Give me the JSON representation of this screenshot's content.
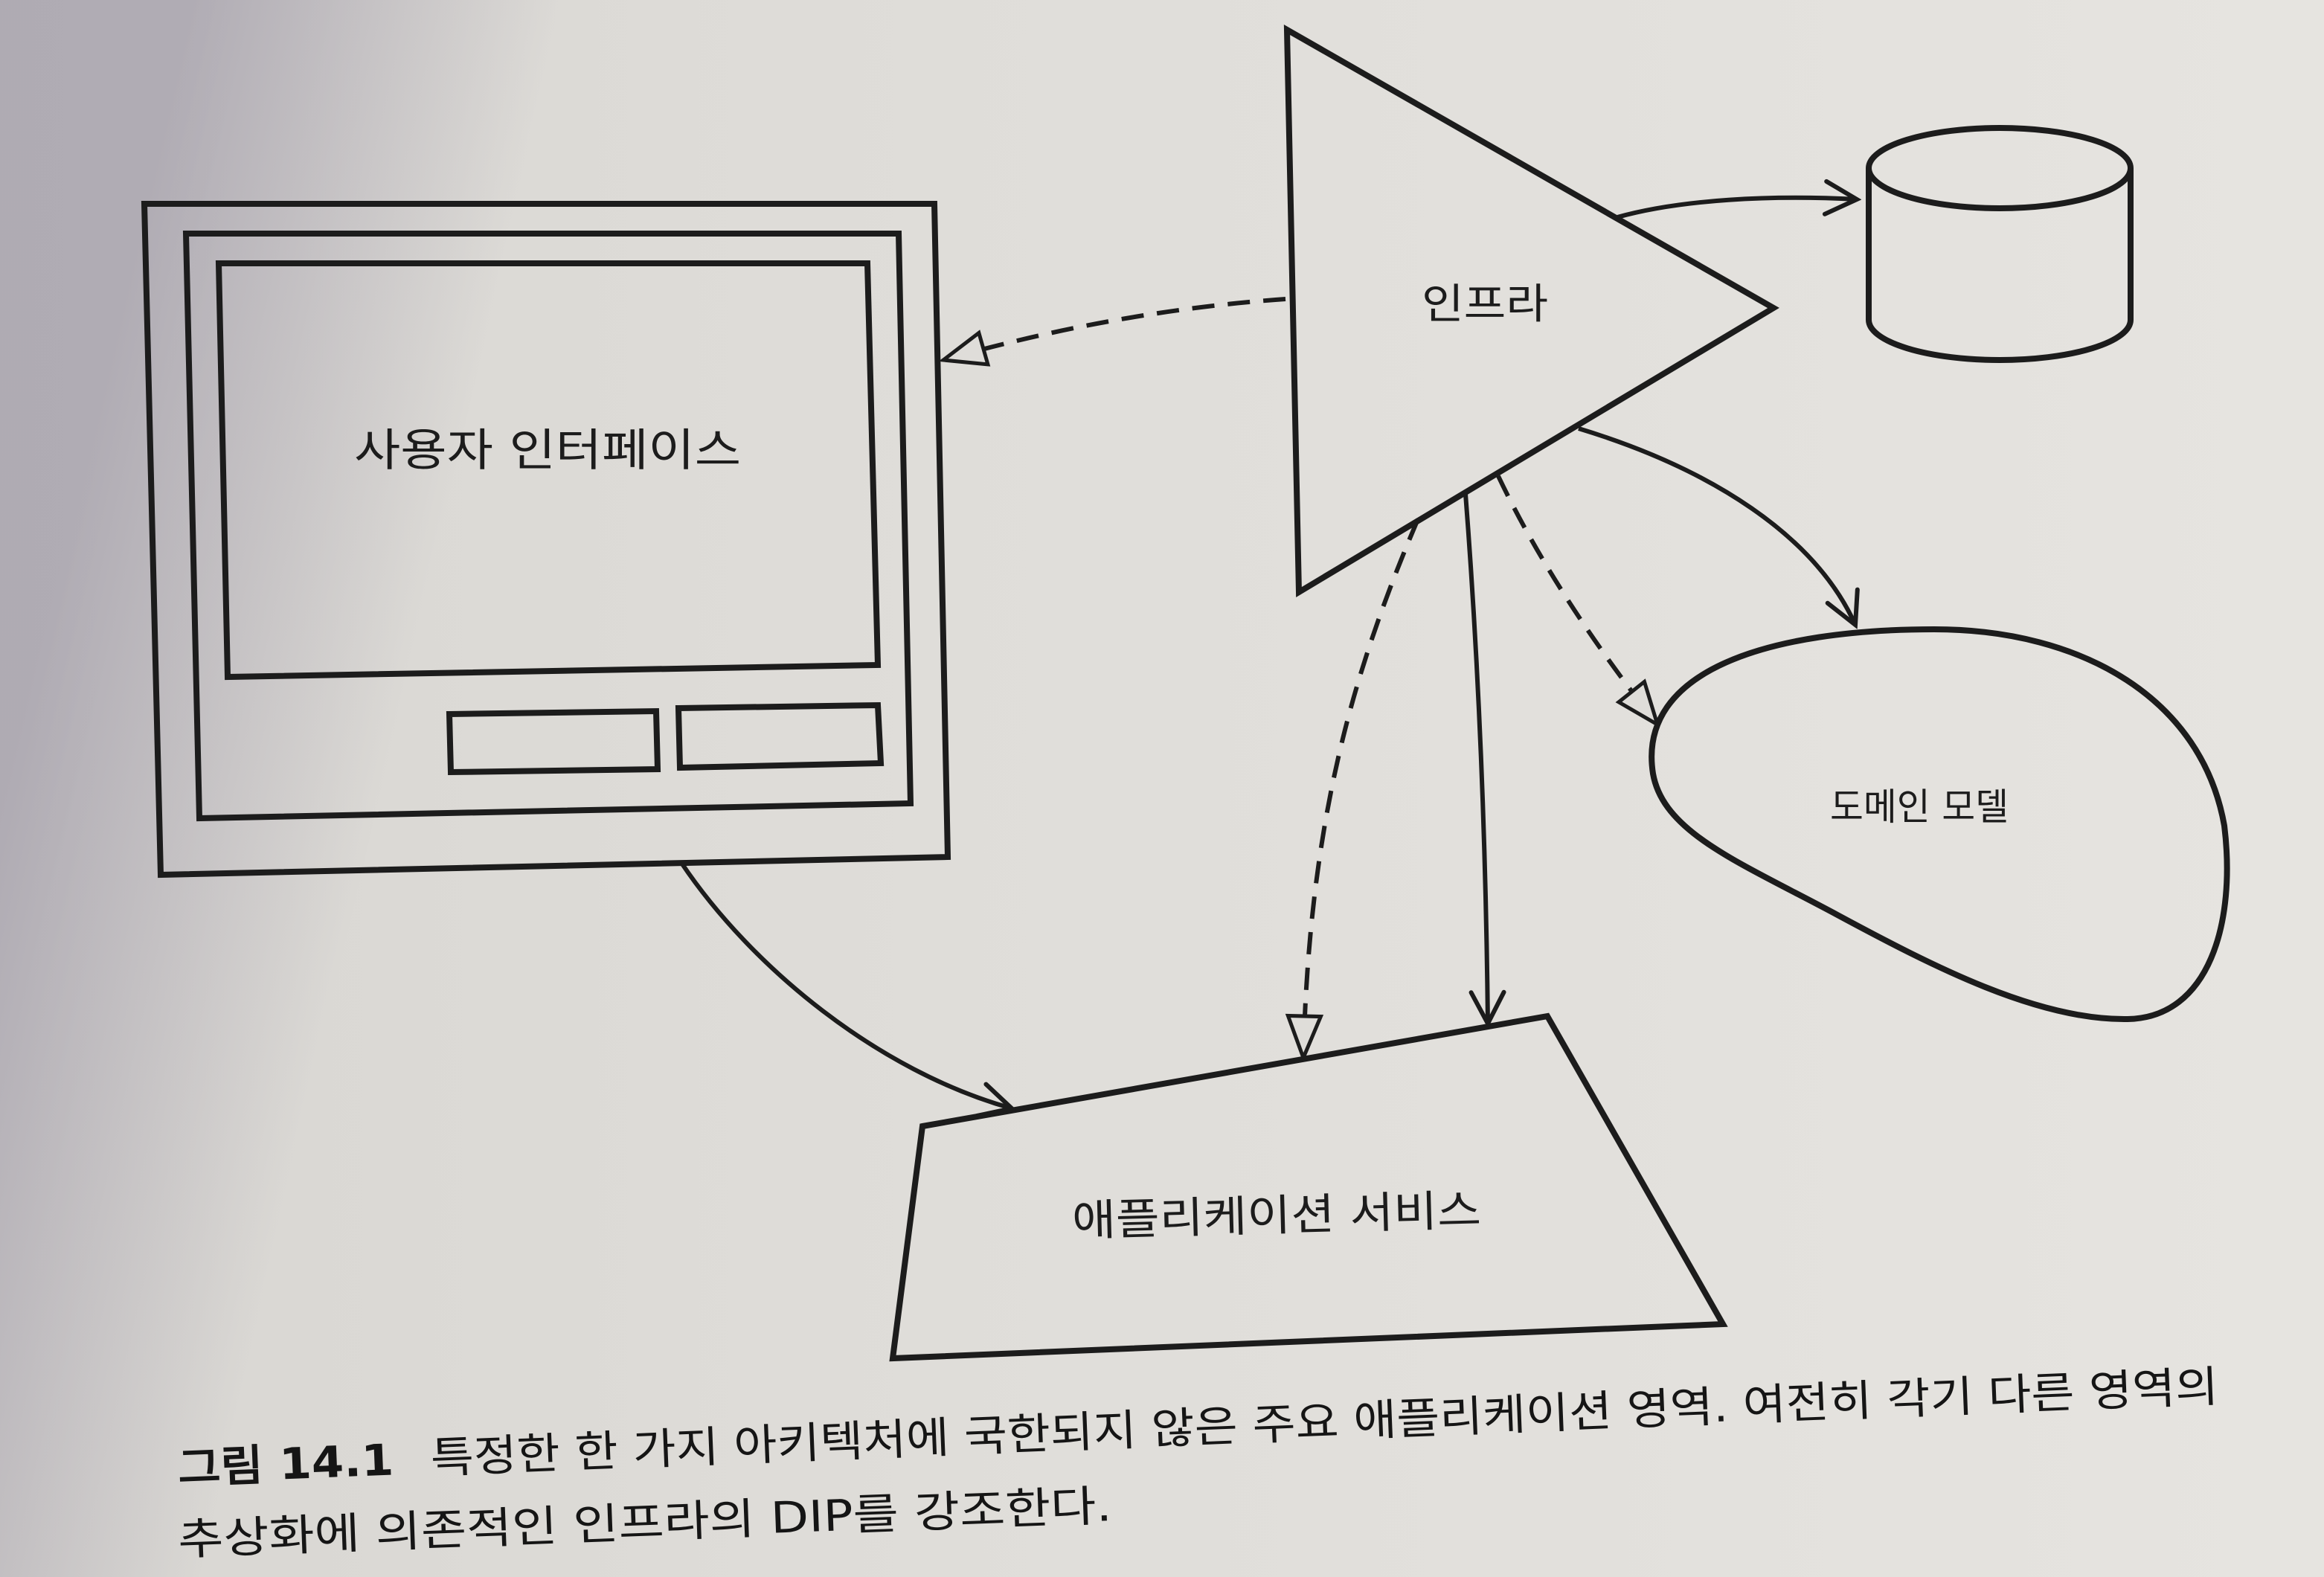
{
  "colors": {
    "ink": "#1c1c1c",
    "paper": "#dfddd9",
    "shadow": "#8e889a"
  },
  "diagram": {
    "user_interface": {
      "label": "사용자 인터페이스"
    },
    "infrastructure": {
      "label": "인프라"
    },
    "database": {
      "icon": "database-cylinder-icon"
    },
    "domain_model": {
      "label": "도메인 모델"
    },
    "application_services": {
      "label": "애플리케이션 서비스"
    }
  },
  "caption": {
    "figure_label": "그림 14.1",
    "line1": "특정한 한 가지 아키텍처에 국한되지 않은 주요 애플리케이션 영역. 여전히 각기 다른 영역의",
    "line2": "추상화에 의존적인 인프라의 DIP를 강조한다."
  }
}
